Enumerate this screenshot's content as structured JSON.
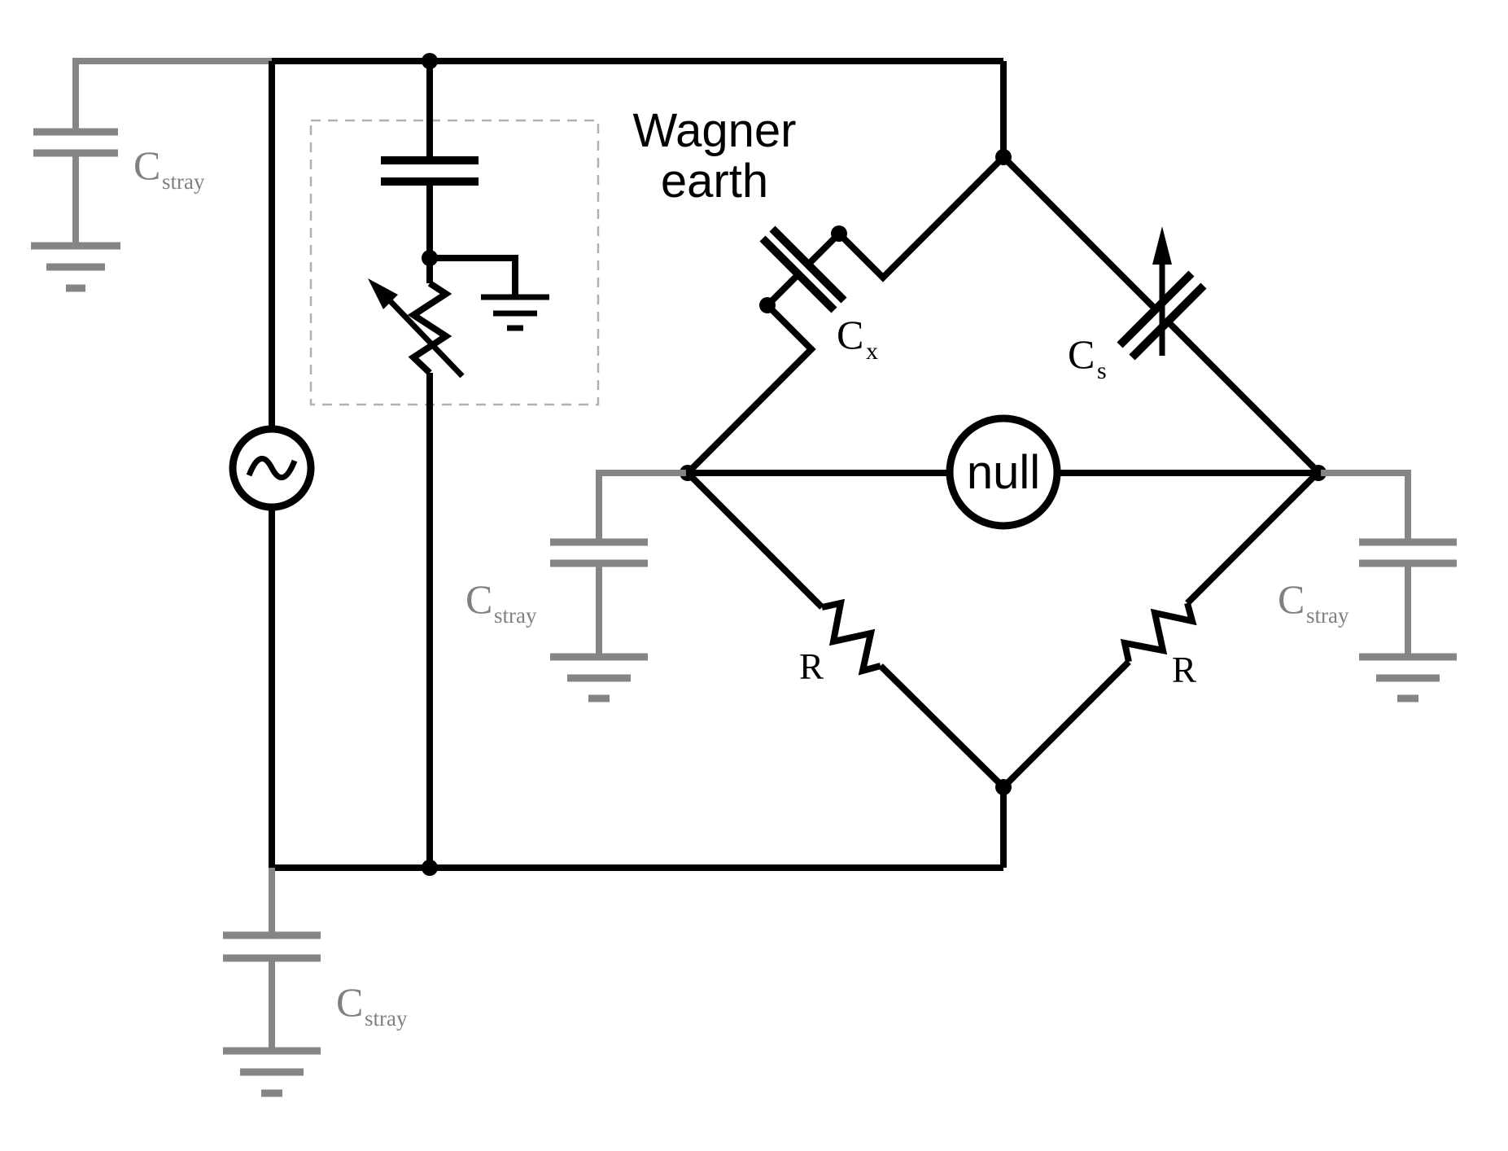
{
  "diagram": {
    "title_lines": {
      "line1": "Wagner",
      "line2": "earth"
    },
    "null_label": "null",
    "labels": {
      "cx": {
        "main": "C",
        "sub": "x"
      },
      "cs": {
        "main": "C",
        "sub": "s"
      },
      "r_left": "R",
      "r_right": "R",
      "cstray_top_left": {
        "main": "C",
        "sub": "stray"
      },
      "cstray_mid_left": {
        "main": "C",
        "sub": "stray"
      },
      "cstray_mid_right": {
        "main": "C",
        "sub": "stray"
      },
      "cstray_bottom": {
        "main": "C",
        "sub": "stray"
      }
    },
    "colors": {
      "wire": "#000000",
      "stray": "#858585",
      "stray_text": "#808080",
      "dashed_box": "#b0b0b0",
      "background": "#ffffff"
    },
    "symbols": [
      "ac-source-icon",
      "capacitor-icon",
      "variable-resistor-icon",
      "variable-capacitor-icon",
      "resistor-icon",
      "ground-icon",
      "null-detector-icon"
    ]
  }
}
